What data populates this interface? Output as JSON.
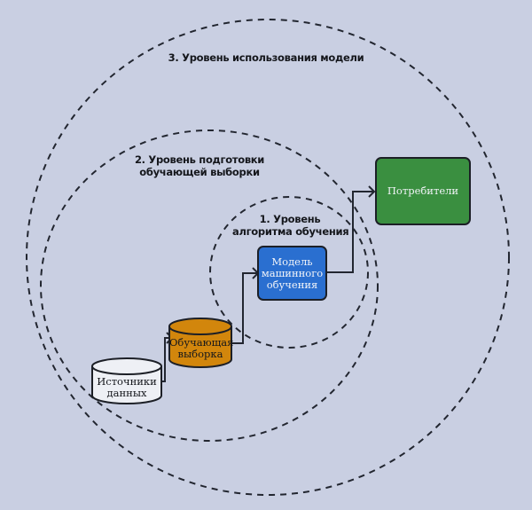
{
  "levels": {
    "level3": "3. Уровень использования модели",
    "level2_line1": "2. Уровень подготовки",
    "level2_line2": "обучающей выборки",
    "level1_line1": "1. Уровень",
    "level1_line2": "алгоритма обучения"
  },
  "nodes": {
    "sources": {
      "line1": "Источники",
      "line2": "данных",
      "fill": "#eef0f5"
    },
    "training_set": {
      "line1": "Обучающая",
      "line2": "выборка",
      "fill": "#d2860c"
    },
    "model": {
      "line1": "Модель",
      "line2": "машинного",
      "line3": "обучения",
      "fill": "#2a6fd0"
    },
    "consumers": {
      "label": "Потребители",
      "fill": "#3a8f40"
    }
  },
  "flow": [
    "sources",
    "training_set",
    "model",
    "consumers"
  ]
}
